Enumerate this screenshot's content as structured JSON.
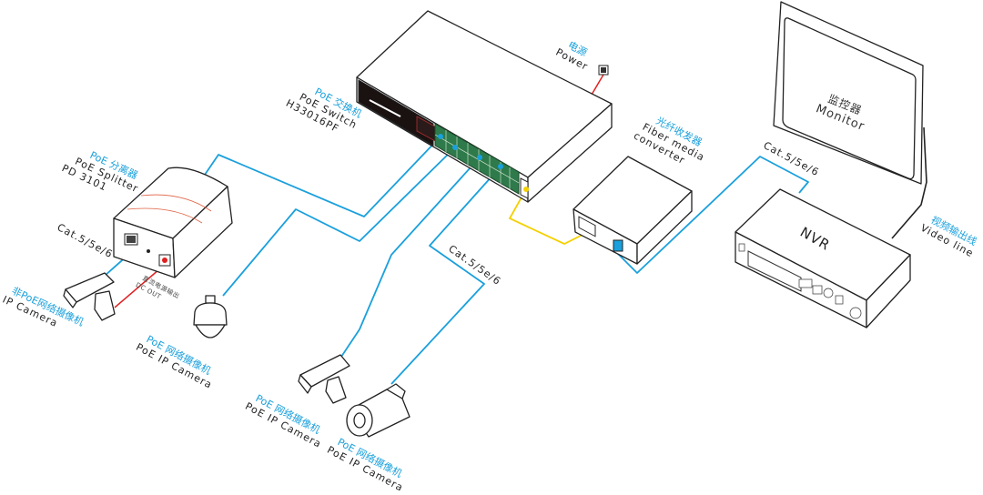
{
  "switch": {
    "label_zh": "PoE 交换机",
    "label_en": "PoE  Switch",
    "model": "H33016PF"
  },
  "power": {
    "label_zh": "电源",
    "label_en": "Power"
  },
  "splitter": {
    "label_zh": "PoE 分离器",
    "label_en": "PoE Splitter",
    "model": "PD 3101",
    "dc_out_zh": "直流电源输出",
    "dc_out_en": "DC OUT"
  },
  "non_poe_camera": {
    "label_zh": "非PoE网络摄像机",
    "label_en": "IP Camera"
  },
  "dome_camera": {
    "label_zh": "PoE 网络摄像机",
    "label_en": "PoE IP Camera"
  },
  "box_camera": {
    "label_zh": "PoE 网络摄像机",
    "label_en": "PoE IP Camera"
  },
  "bullet_camera": {
    "label_zh": "PoE 网络摄像机",
    "label_en": "PoE IP Camera"
  },
  "fiber": {
    "label_zh": "光纤收发器",
    "label_en_1": "Fiber media",
    "label_en_2": "converter"
  },
  "monitor": {
    "label_zh": "监控器",
    "label_en": "Monitor"
  },
  "nvr": {
    "label": "NVR"
  },
  "video_line": {
    "label_zh": "视频输出线",
    "label_en": "Video line"
  },
  "cables": {
    "splitter_cam": "Cat.5/5e/6",
    "switch_cams": "Cat.5/5e/6",
    "nvr": "Cat.5/5e/6"
  },
  "colors": {
    "network": "#1aa0dc",
    "power": "#e02020",
    "fiber": "#f5d000",
    "video": "#222222"
  }
}
